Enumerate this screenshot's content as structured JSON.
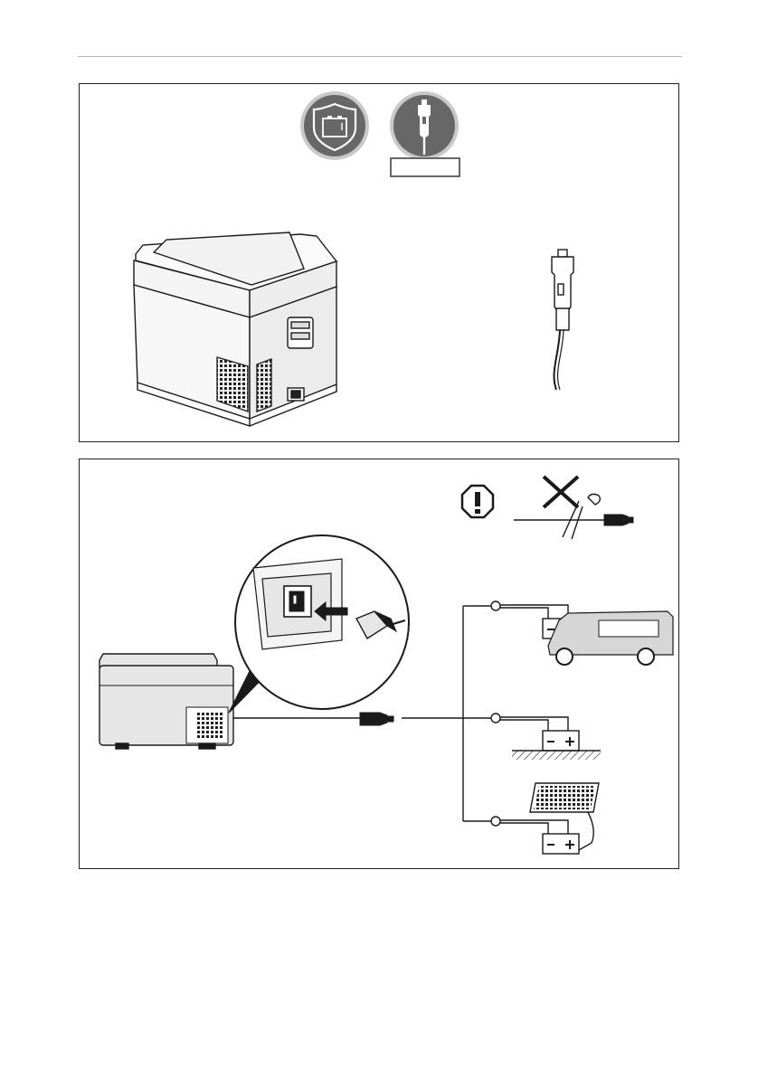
{
  "page": {
    "page_number": "",
    "badge_label": ""
  },
  "icons": {
    "top_panel": [
      "battery-shield-icon",
      "car-plug-icon"
    ],
    "bottom_panel": [
      "warning-octagon-icon",
      "do-not-cut-cable-icon"
    ],
    "power_sources": [
      "vehicle-battery",
      "stationary-battery",
      "solar-panel-battery"
    ]
  },
  "battery_terminals": {
    "negative": "–",
    "positive": "+"
  },
  "colors": {
    "badge_fill": "#676767",
    "badge_ring": "#c9c9c9",
    "line": "#1a1a1a",
    "device_gray": "#e6e6e6"
  }
}
